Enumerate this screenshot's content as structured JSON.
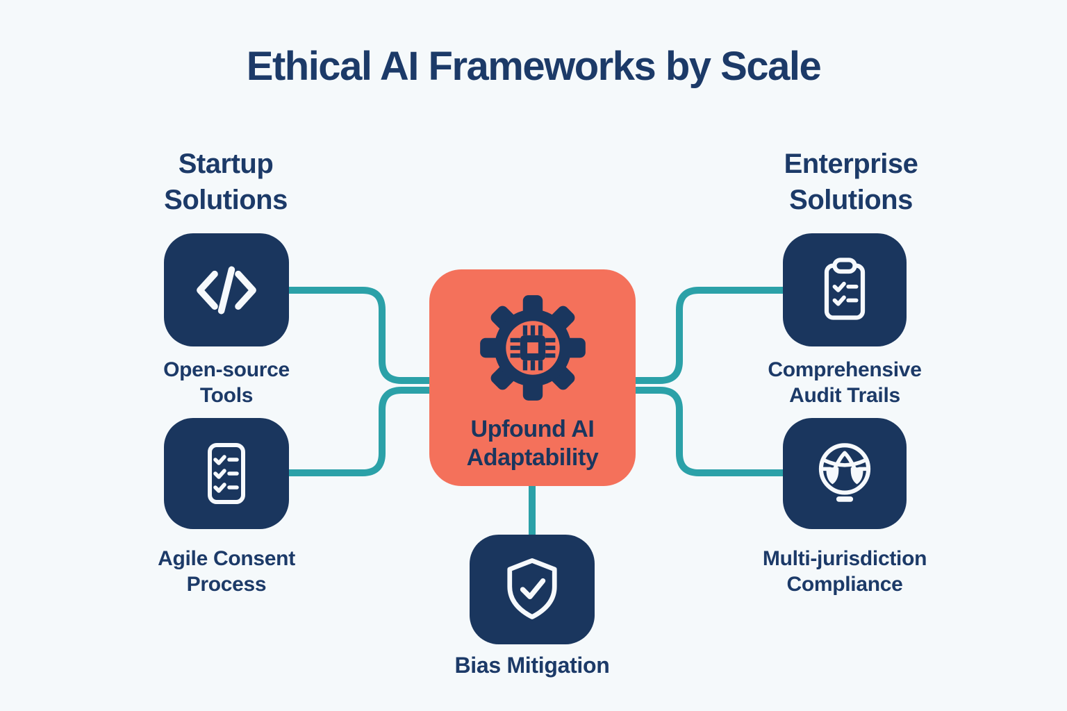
{
  "title": "Ethical AI Frameworks by Scale",
  "colors": {
    "bg": "#f5f9fb",
    "navy": "#1a365e",
    "text": "#1c3a68",
    "teal": "#2ba1a8",
    "orange": "#f4715b",
    "icon": "#f6f9fc"
  },
  "left_group": {
    "heading": "Startup Solutions",
    "items": [
      {
        "label": "Open-source Tools",
        "icon": "code-icon"
      },
      {
        "label": "Agile Consent Process",
        "icon": "checklist-icon"
      }
    ]
  },
  "center_node": {
    "line1": "Upfound AI",
    "line2": "Adaptability",
    "icon": "gear-chip-icon"
  },
  "bottom_node": {
    "label": "Bias Mitigation",
    "icon": "shield-check-icon"
  },
  "right_group": {
    "heading": "Enterprise Solutions",
    "items": [
      {
        "label": "Comprehensive Audit Trails",
        "icon": "clipboard-check-icon"
      },
      {
        "label": "Multi-jurisdiction Compliance",
        "icon": "globe-scales-icon"
      }
    ]
  }
}
